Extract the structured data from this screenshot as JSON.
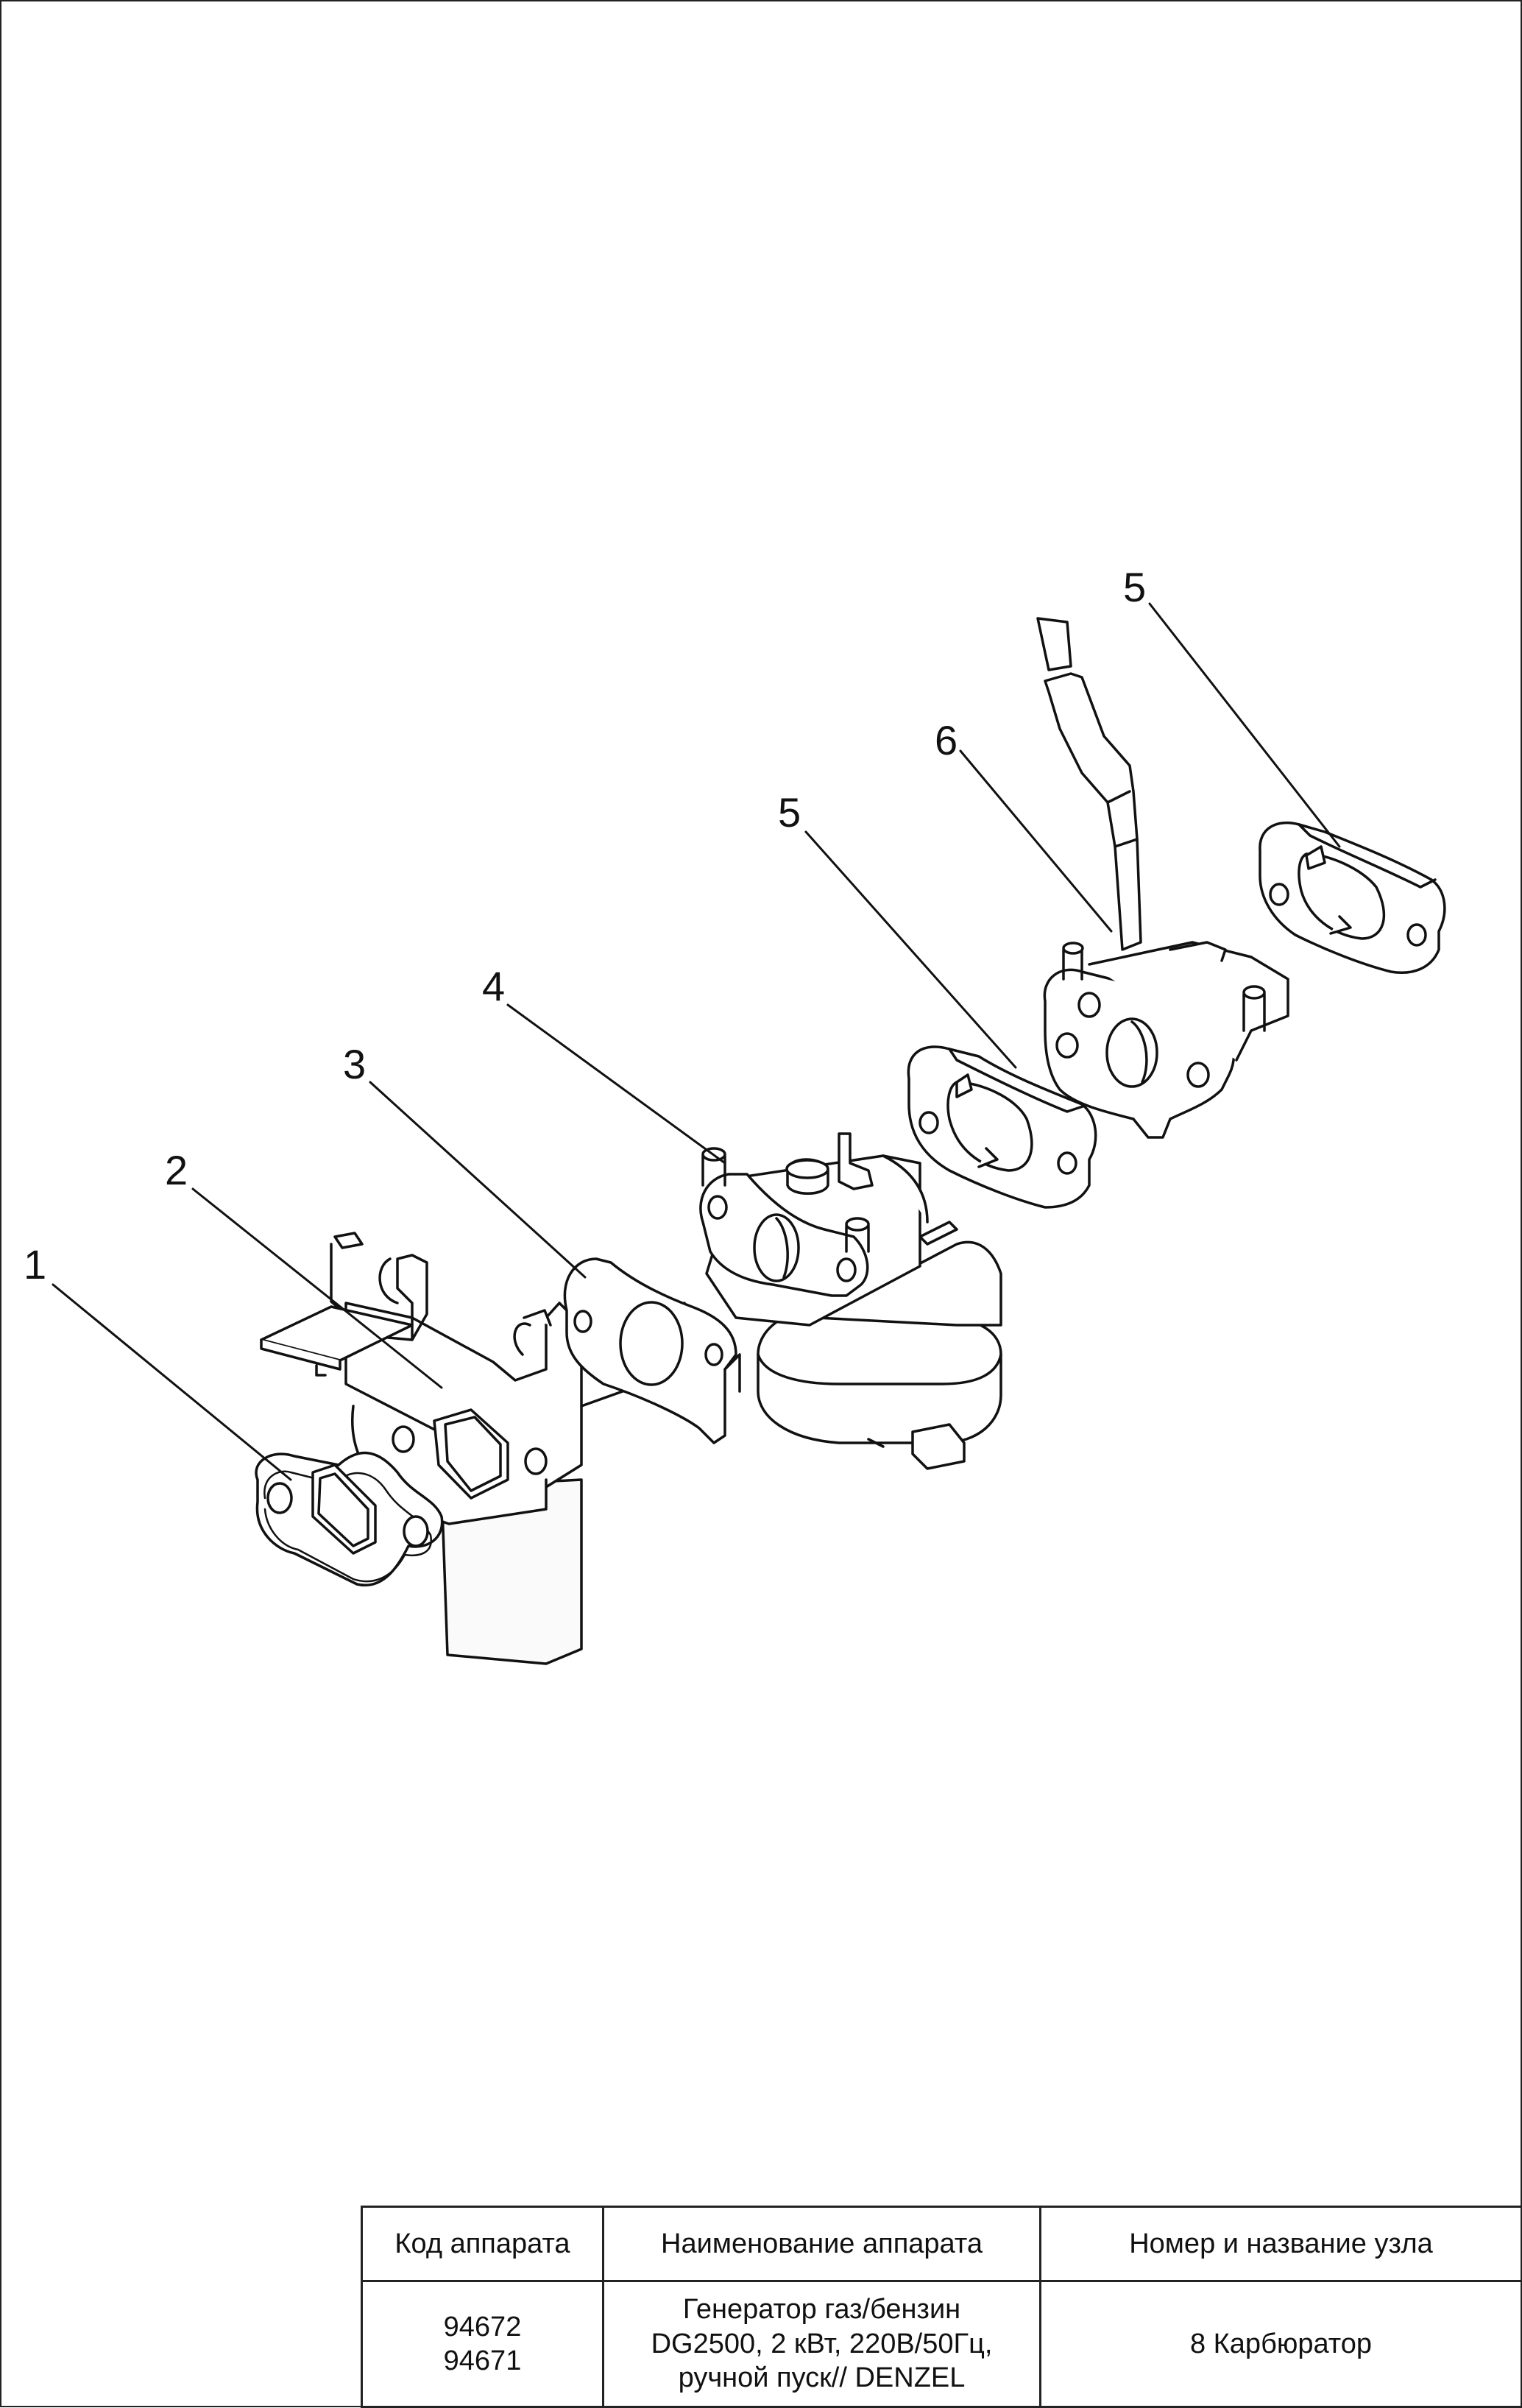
{
  "callouts": [
    {
      "id": "1",
      "label": "1"
    },
    {
      "id": "2",
      "label": "2"
    },
    {
      "id": "3",
      "label": "3"
    },
    {
      "id": "4",
      "label": "4"
    },
    {
      "id": "5a",
      "label": "5"
    },
    {
      "id": "6",
      "label": "6"
    },
    {
      "id": "5b",
      "label": "5"
    }
  ],
  "title_block": {
    "headers": {
      "code": "Код аппарата",
      "name": "Наименование аппарата",
      "unit": "Номер и название узла"
    },
    "codes": [
      "94672",
      "94671"
    ],
    "name_lines": [
      "Генератор газ/бензин",
      "DG2500, 2 кВт, 220В/50Гц,",
      "ручной пуск// DENZEL"
    ],
    "unit_value": "8 Карбюратор"
  }
}
